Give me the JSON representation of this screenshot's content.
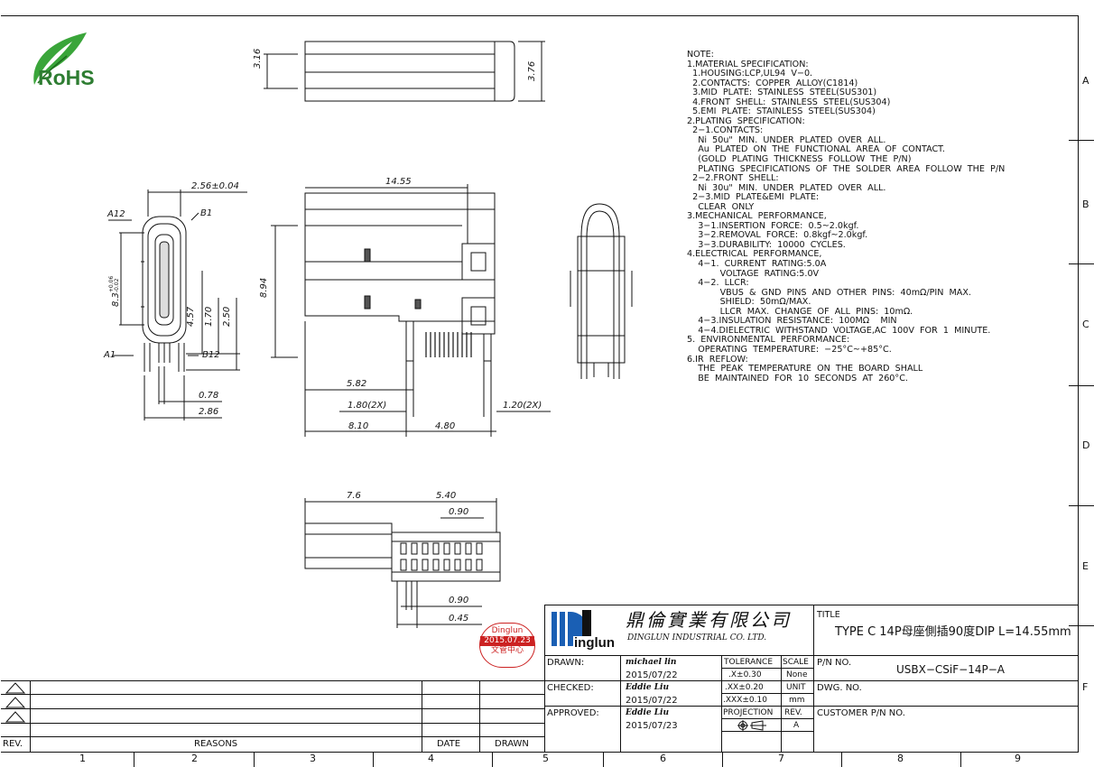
{
  "logo": {
    "rohs_text": "RoHS"
  },
  "dimensions": {
    "top_view": {
      "d1": "3.16",
      "d2": "3.76"
    },
    "front_view": {
      "w_outer": "2.56±0.04",
      "pin_a12": "A12",
      "pin_b1": "B1",
      "pin_a1": "A1",
      "pin_b12": "B12",
      "h_total": "8.3",
      "h_tol_upper": "+0.06",
      "h_tol_lower": "-0.02",
      "h1": "4.57",
      "h2": "1.70",
      "h3": "2.50",
      "w1": "0.78",
      "w2": "2.86"
    },
    "side_view": {
      "length": "14.55",
      "height": "8.94",
      "d1": "5.82",
      "d2": "1.80(2X)",
      "d3": "1.20(2X)",
      "d4": "8.10",
      "d5": "4.80"
    },
    "bottom_view": {
      "d1": "7.6",
      "d2": "5.40",
      "d3": "0.90",
      "d4": "0.90",
      "d5": "0.45"
    }
  },
  "notes": [
    "NOTE:",
    "1.MATERIAL SPECIFICATION:",
    "  1.HOUSING:LCP,UL94  V−0.",
    "  2.CONTACTS:  COPPER  ALLOY(C1814)",
    "  3.MID  PLATE:  STAINLESS  STEEL(SUS301)",
    "  4.FRONT  SHELL:  STAINLESS  STEEL(SUS304)",
    "  5.EMI  PLATE:  STAINLESS  STEEL(SUS304)",
    "2.PLATING  SPECIFICATION:",
    "  2−1.CONTACTS:",
    "    Ni  50u\"  MIN.  UNDER  PLATED  OVER  ALL.",
    "    Au  PLATED  ON  THE  FUNCTIONAL  AREA  OF  CONTACT.",
    "    (GOLD  PLATING  THICKNESS  FOLLOW  THE  P/N)",
    "    PLATING  SPECIFICATIONS  OF  THE  SOLDER  AREA  FOLLOW  THE  P/N",
    "  2−2.FRONT  SHELL:",
    "    Ni  30u\"  MIN.  UNDER  PLATED  OVER  ALL.",
    "  2−3.MID  PLATE&EMI  PLATE:",
    "    CLEAR  ONLY",
    "3.MECHANICAL  PERFORMANCE,",
    "    3−1.INSERTION  FORCE:  0.5~2.0kgf.",
    "    3−2.REMOVAL  FORCE:  0.8kgf~2.0kgf.",
    "    3−3.DURABILITY:  10000  CYCLES.",
    "4.ELECTRICAL  PERFORMANCE,",
    "    4−1.  CURRENT  RATING:5.0A",
    "            VOLTAGE  RATING:5.0V",
    "    4−2.  LLCR:",
    "            VBUS  &  GND  PINS  AND  OTHER  PINS:  40mΩ/PIN  MAX.",
    "            SHIELD:  50mΩ/MAX.",
    "            LLCR  MAX.  CHANGE  OF  ALL  PINS:  10mΩ.",
    "    4−3.INSULATION  RESISTANCE:  100MΩ    MIN",
    "    4−4.DIELECTRIC  WITHSTAND  VOLTAGE,AC  100V  FOR  1  MINUTE.",
    "5.  ENVIRONMENTAL  PERFORMANCE:",
    "    OPERATING  TEMPERATURE:  −25°C~+85°C.",
    "6.IR  REFLOW:",
    "    THE  PEAK  TEMPERATURE  ON  THE  BOARD  SHALL",
    "    BE  MAINTAINED  FOR  10  SECONDS  AT  260°C."
  ],
  "border": {
    "rows": [
      "A",
      "B",
      "C",
      "D",
      "E",
      "F"
    ],
    "cols": [
      "1",
      "2",
      "3",
      "4",
      "5",
      "6",
      "7",
      "8",
      "9"
    ]
  },
  "stamp": {
    "line1": "Dinglun",
    "line2": "2015.07.23",
    "line3": "文管中心",
    "color": "#cc2222"
  },
  "revision_block": {
    "rev": "REV.",
    "reasons": "REASONS",
    "date": "DATE",
    "drawn": "DRAWN"
  },
  "title_block": {
    "company_cn": "鼎倫實業有限公司",
    "company_en": "DINGLUN INDUSTRIAL CO. LTD.",
    "logo_text": "inglun",
    "title_label": "TITLE",
    "title_value": "TYPE C 14P母座側插90度DIP L=14.55mm",
    "drawn_label": "DRAWN:",
    "drawn_name": "michael lin",
    "drawn_date": "2015/07/22",
    "checked_label": "CHECKED:",
    "checked_name": "Eddie Liu",
    "checked_date": "2015/07/22",
    "approved_label": "APPROVED:",
    "approved_name": "Eddie Liu",
    "approved_date": "2015/07/23",
    "tolerance_label": "TOLERANCE",
    "tol1": ".X±0.30",
    "tol2": ".XX±0.20",
    "tol3": ".XXX±0.10",
    "projection_label": "PROJECTION",
    "scale_label": "SCALE",
    "scale_value": "None",
    "unit_label": "UNIT",
    "unit_value": "mm",
    "rev_label": "REV.",
    "rev_value": "A",
    "pn_label": "P/N NO.",
    "pn_value": "USBX−CSiF−14P−A",
    "dwg_label": "DWG. NO.",
    "customer_label": "CUSTOMER P/N NO.",
    "logo_blue": "#1a5fb4"
  }
}
